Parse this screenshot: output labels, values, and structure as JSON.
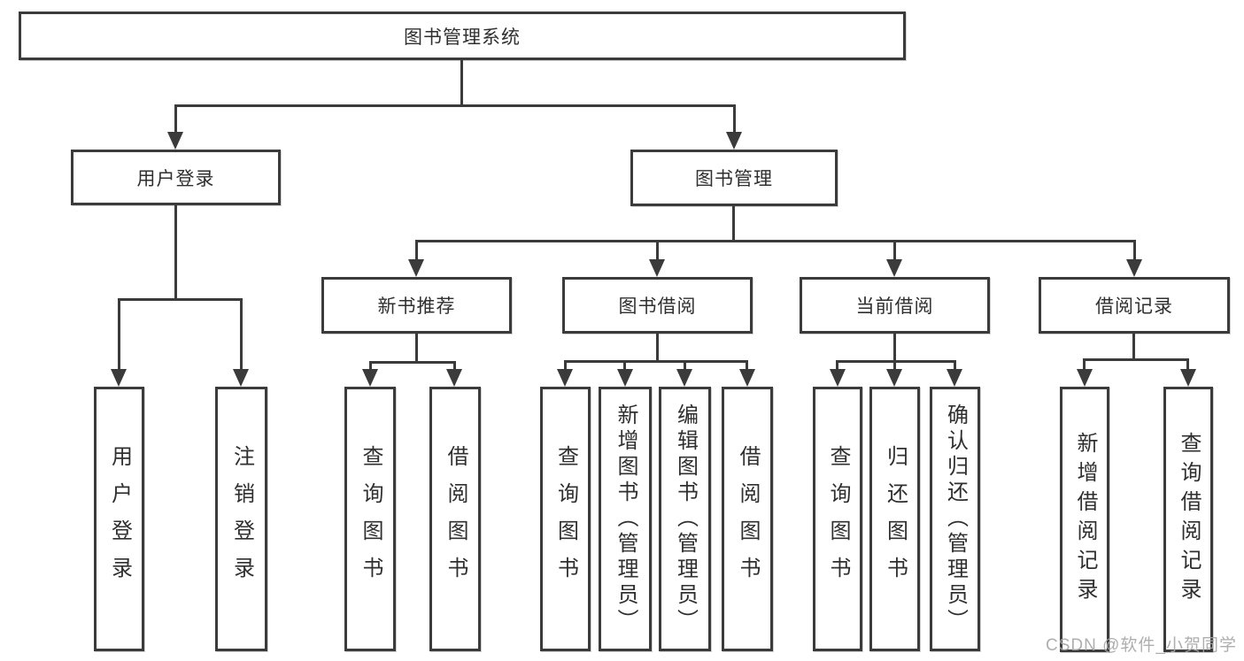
{
  "tree": {
    "root": {
      "label": "图书管理系统"
    },
    "branches": [
      {
        "label": "用户登录",
        "children": [
          {
            "label": "用户登录"
          },
          {
            "label": "注销登录"
          }
        ]
      },
      {
        "label": "图书管理",
        "groups": [
          {
            "label": "新书推荐",
            "children": [
              {
                "label": "查询图书"
              },
              {
                "label": "借阅图书"
              }
            ]
          },
          {
            "label": "图书借阅",
            "children": [
              {
                "label": "查询图书"
              },
              {
                "label": "新增图书（管理员）"
              },
              {
                "label": "编辑图书（管理员）"
              },
              {
                "label": "借阅图书"
              }
            ]
          },
          {
            "label": "当前借阅",
            "children": [
              {
                "label": "查询图书"
              },
              {
                "label": "归还图书"
              },
              {
                "label": "确认归还（管理员）"
              }
            ]
          },
          {
            "label": "借阅记录",
            "children": [
              {
                "label": "新增借阅记录"
              },
              {
                "label": "查询借阅记录"
              }
            ]
          }
        ]
      }
    ]
  },
  "watermark": {
    "text": "CSDN @软件_小贺同学"
  },
  "colors": {
    "line": "#3b3b3b",
    "text": "#2f2f2f",
    "background": "#ffffff",
    "watermark": "#a6a6a6"
  }
}
